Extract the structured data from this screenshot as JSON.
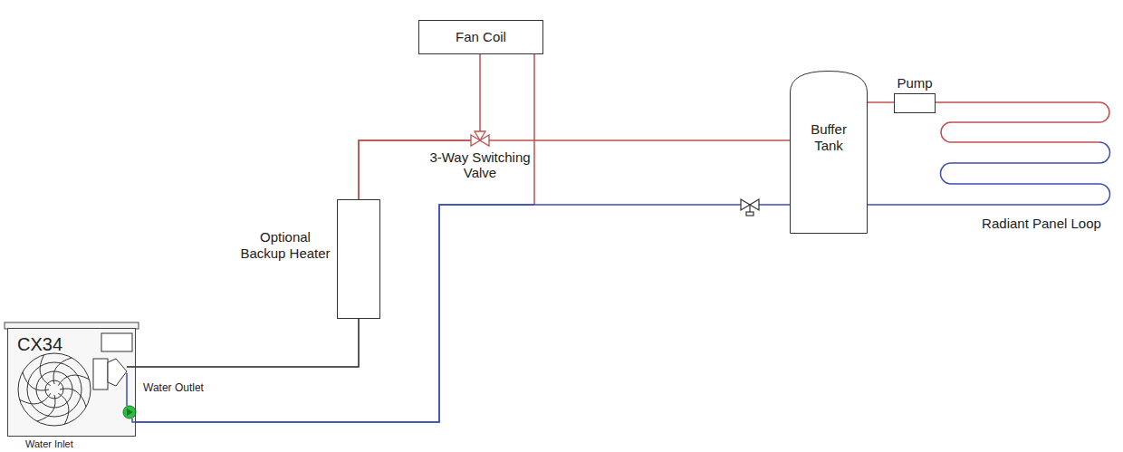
{
  "diagram": {
    "nodes": [
      {
        "text": [
          "Fan Coil"
        ]
      },
      {
        "text": [
          "Buffer Tank"
        ]
      },
      {
        "text": [
          "Pump"
        ]
      },
      {
        "text": [
          "Optional Backup Heater"
        ]
      },
      {
        "text": [
          "CX34"
        ]
      }
    ],
    "edges": [
      {
        "from": 4,
        "to": 3,
        "arrow": "none"
      },
      {
        "from": 3,
        "to": 0,
        "arrow": "none"
      },
      {
        "from": 3,
        "to": 1,
        "arrow": "none"
      },
      {
        "from": 0,
        "to": 4,
        "arrow": "none"
      },
      {
        "from": 1,
        "to": 4,
        "arrow": "none"
      },
      {
        "from": 1,
        "to": 2,
        "arrow": "none"
      },
      {
        "from": 2,
        "to": 1,
        "arrow": "none"
      }
    ],
    "labels": [
      "3-Way Switching Valve",
      "Radiant Panel Loop",
      "Water Outlet",
      "Water Inlet"
    ]
  }
}
